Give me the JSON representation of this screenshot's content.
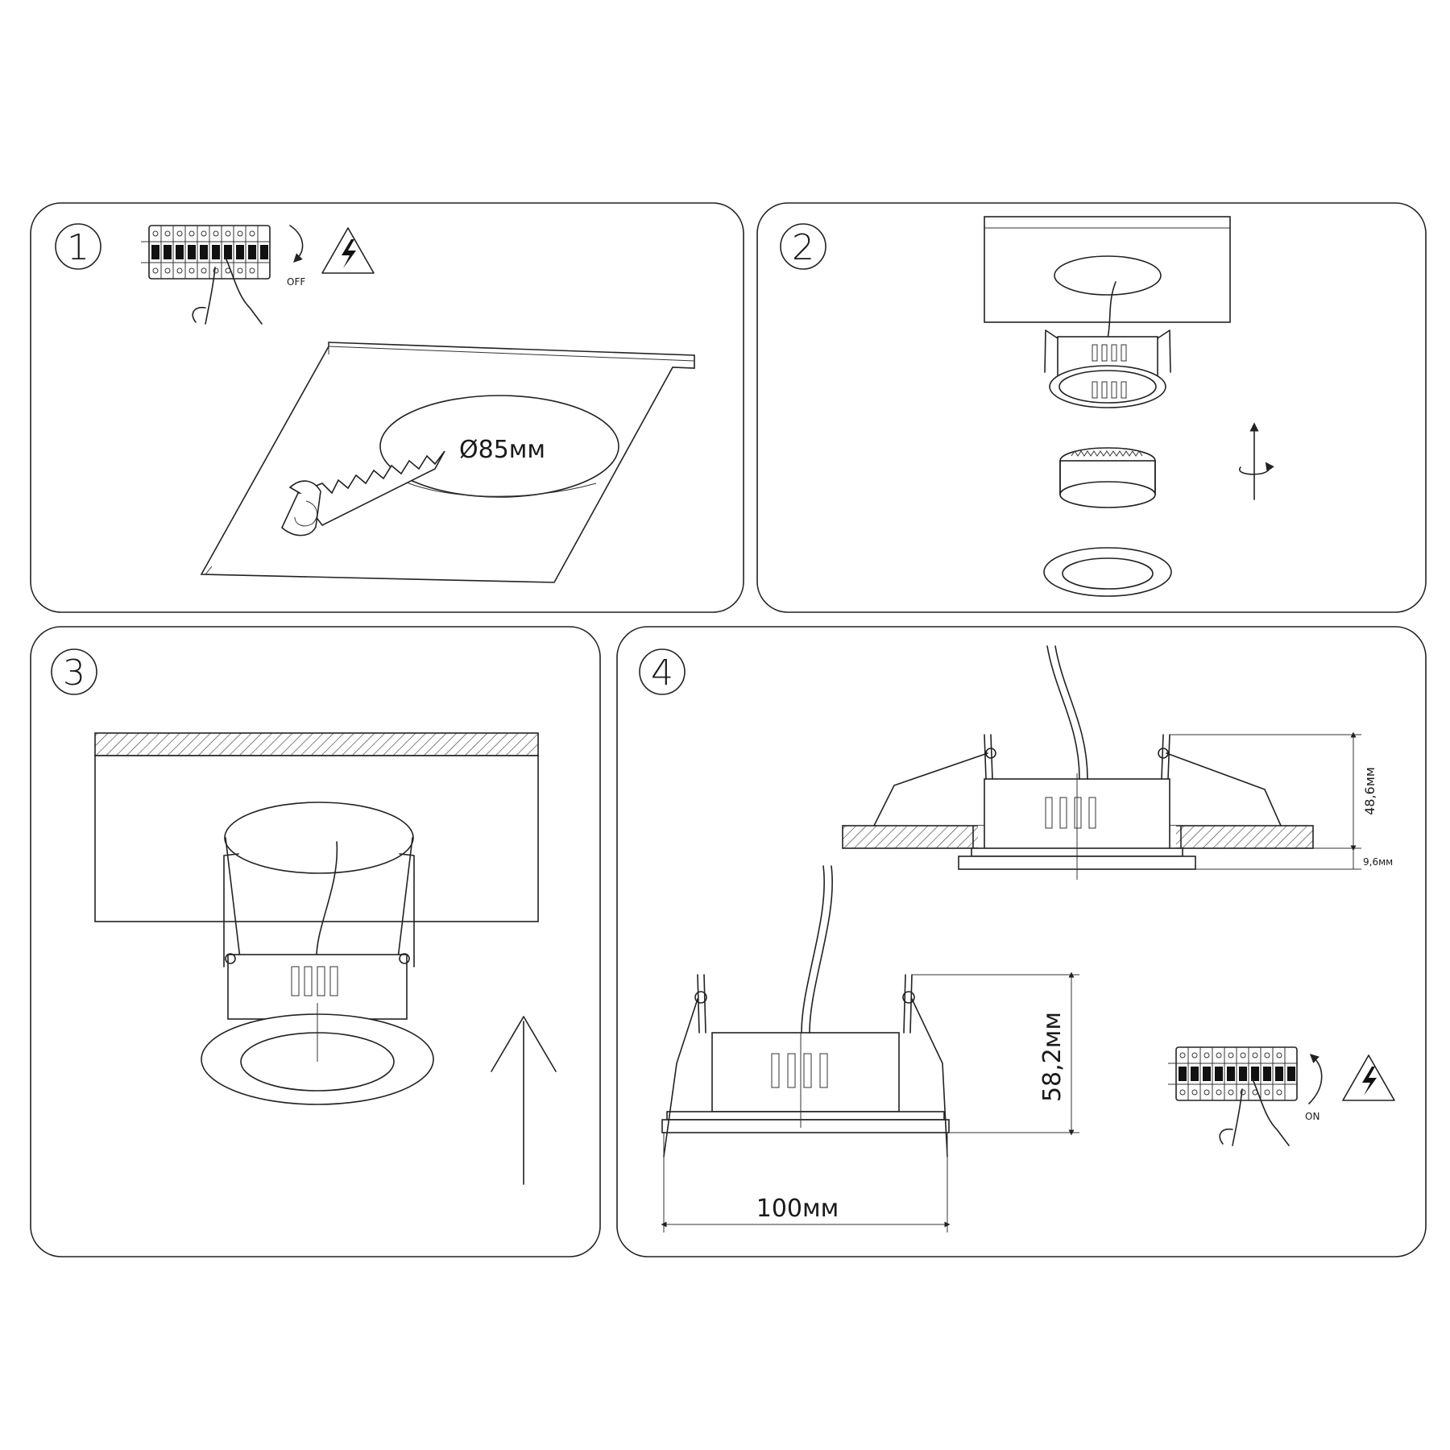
{
  "steps": [
    {
      "number": "1",
      "switch_label": "OFF",
      "hole_diameter": "Ø85мм"
    },
    {
      "number": "2"
    },
    {
      "number": "3"
    },
    {
      "number": "4",
      "switch_label": "ON",
      "height_total": "58,2мм",
      "height_above": "48,6мм",
      "height_below": "9,6мм",
      "width": "100мм"
    }
  ]
}
